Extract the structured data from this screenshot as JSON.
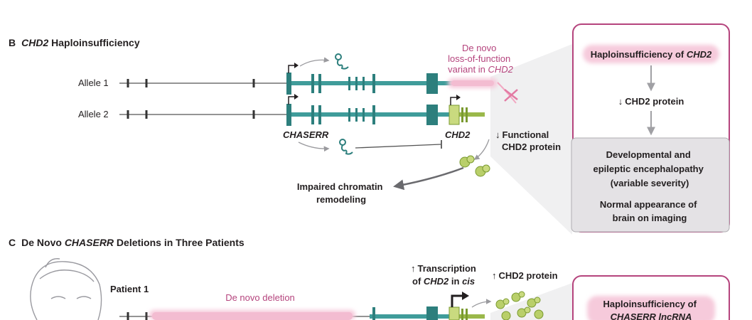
{
  "panel_b": {
    "letter": "B",
    "title_gene": "CHD2",
    "title_rest": " Haploinsufficiency",
    "allele1_label": "Allele 1",
    "allele2_label": "Allele 2",
    "variant_line1": "De novo",
    "variant_line2": "loss-of-function",
    "variant_line3_prefix": "variant in ",
    "variant_line3_gene": "CHD2",
    "chaserr_label": "CHASERR",
    "chd2_label": "CHD2",
    "functional_line1": "Functional",
    "functional_line2": "CHD2 protein",
    "impaired_line1": "Impaired chromatin",
    "impaired_line2": "remodeling",
    "box_title_prefix": "Haploinsufficiency of ",
    "box_title_gene": "CHD2",
    "box_protein": "CHD2 protein",
    "outcome1_line1": "Developmental and",
    "outcome1_line2": "epileptic encephalopathy",
    "outcome1_line3": "(variable severity)",
    "outcome2_line1": "Normal appearance of",
    "outcome2_line2": "brain on imaging",
    "down_arrow": "↓"
  },
  "panel_c": {
    "letter": "C",
    "title_prefix": "De Novo ",
    "title_gene": "CHASERR",
    "title_rest": " Deletions in Three Patients",
    "patient_label": "Patient 1",
    "deletion_label": "De novo deletion",
    "transcription_line1": "Transcription",
    "transcription_line2_prefix": "of ",
    "transcription_line2_gene": "CHD2",
    "transcription_line2_mid": " in ",
    "transcription_line2_cis": "cis",
    "protein_label": "CHD2 protein",
    "box_line1": "Haploinsufficiency of",
    "box_line2": "CHASERR lncRNA",
    "up_arrow": "↑"
  },
  "colors": {
    "teal": "#3f9c9a",
    "teal_dark": "#2d7f7d",
    "magenta": "#b5447d",
    "magenta_light": "#f6cadb",
    "gray_box": "#e4e2e5",
    "gray_arrow": "#9a9a9e",
    "green": "#9ab84a",
    "green_light": "#c9da7f"
  }
}
